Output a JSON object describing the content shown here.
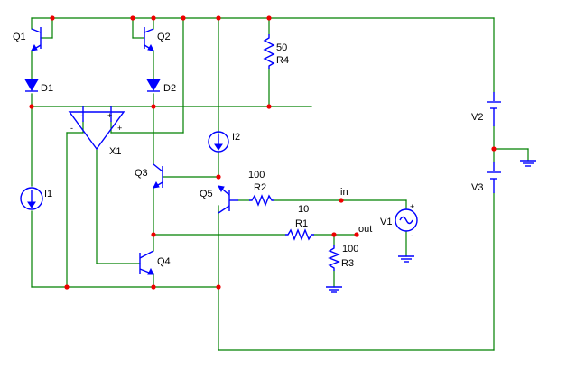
{
  "components": {
    "q1": "Q1",
    "q2": "Q2",
    "q3": "Q3",
    "q4": "Q4",
    "q5": "Q5",
    "d1": "D1",
    "d2": "D2",
    "i1": "I1",
    "i2": "I2",
    "x1": "X1",
    "r1": "R1",
    "r1_value": "10",
    "r2": "R2",
    "r2_value": "100",
    "r3": "R3",
    "r3_value": "100",
    "r4": "R4",
    "r4_value": "50",
    "v1": "V1",
    "v2": "V2",
    "v3": "V3"
  },
  "nets": {
    "in": "in",
    "out": "out"
  },
  "opamp_pins": {
    "minus": "-",
    "plus": "+"
  },
  "source_pins": {
    "plus": "+",
    "minus": "-"
  },
  "colors": {
    "wire": "#008000",
    "component": "#0000ff",
    "node": "#ee0000",
    "label": "#000000"
  }
}
